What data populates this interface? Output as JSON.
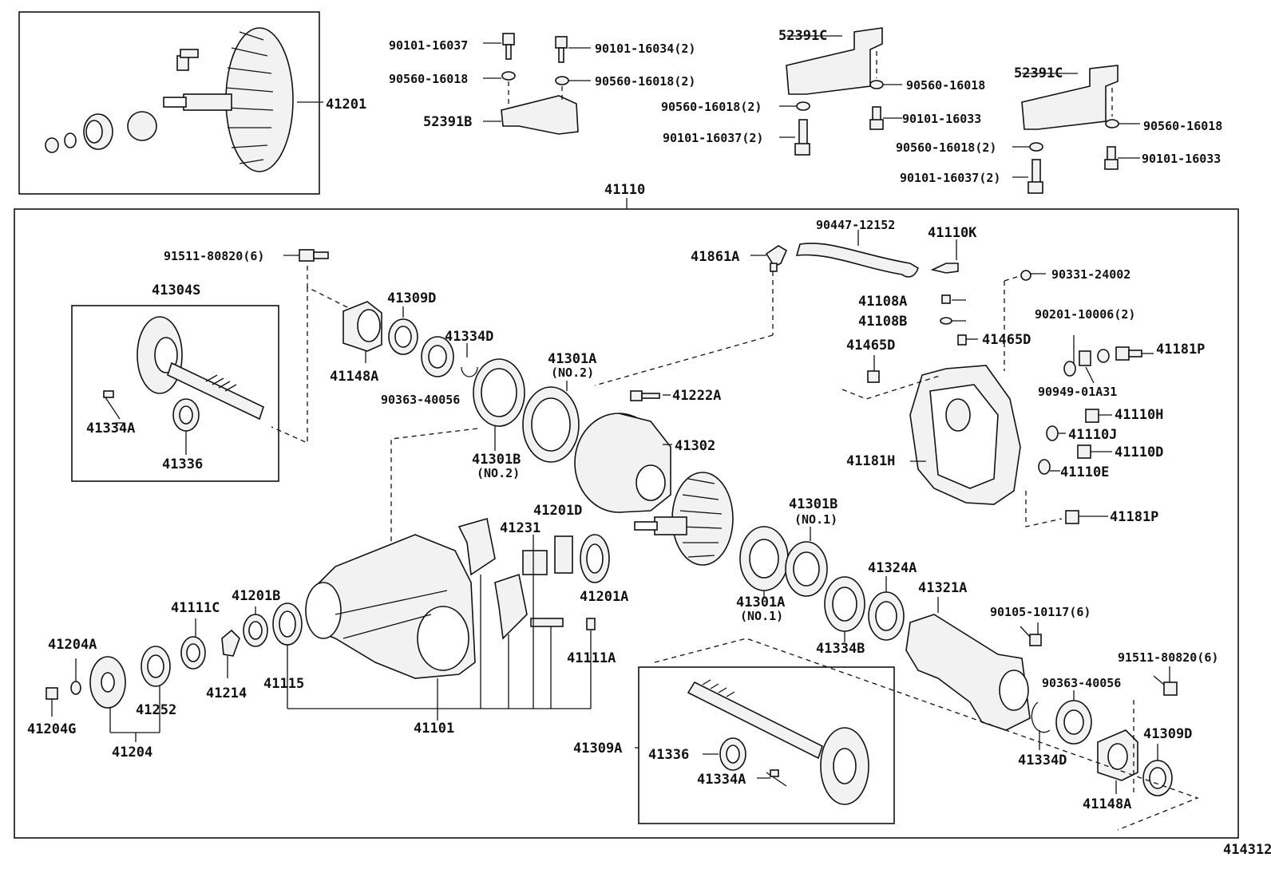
{
  "diagram_id": "414312",
  "labels": {
    "l41201": "41201",
    "l90101_16037": "90101-16037",
    "l90101_16034": "90101-16034(2)",
    "l90560_16018_a": "90560-16018",
    "l90560_16018_b": "90560-16018(2)",
    "l52391B": "52391B",
    "l52391C_a": "52391C",
    "l90560_16018_c": "90560-16018",
    "l90560_16018_d": "90560-16018(2)",
    "l90101_16033_a": "90101-16033",
    "l90101_16037_b": "90101-16037(2)",
    "l52391C_b": "52391C",
    "l90560_16018_e": "90560-16018",
    "l90560_16018_f": "90560-16018(2)",
    "l90101_16033_b": "90101-16033",
    "l90101_16037_c": "90101-16037(2)",
    "l41110": "41110",
    "l91511_80820_a": "91511-80820(6)",
    "l41304S": "41304S",
    "l41334A_a": "41334A",
    "l41336_a": "41336",
    "l41309D_a": "41309D",
    "l41148A_a": "41148A",
    "l41334D_a": "41334D",
    "l90363_40056_a": "90363-40056",
    "l41301A_a": "41301A",
    "l41301A_a_no": "(NO.2)",
    "l41301B_a": "41301B",
    "l41301B_a_no": "(NO.2)",
    "l41222A": "41222A",
    "l41302": "41302",
    "l41861A": "41861A",
    "l90447_12152": "90447-12152",
    "l41110K": "41110K",
    "l90331_24002": "90331-24002",
    "l41108A": "41108A",
    "l41108B": "41108B",
    "l90201_10006": "90201-10006(2)",
    "l41465D_a": "41465D",
    "l41465D_b": "41465D",
    "l41181P_a": "41181P",
    "l90949_01A31": "90949-01A31",
    "l41110H": "41110H",
    "l41110J": "41110J",
    "l41110D": "41110D",
    "l41181H": "41181H",
    "l41110E": "41110E",
    "l41181P_b": "41181P",
    "l41201D": "41201D",
    "l41231": "41231",
    "l41201A": "41201A",
    "l41301B_b": "41301B",
    "l41301B_b_no": "(NO.1)",
    "l41301A_b": "41301A",
    "l41301A_b_no": "(NO.1)",
    "l41324A": "41324A",
    "l41321A": "41321A",
    "l41334B": "41334B",
    "l90105_10117": "90105-10117(6)",
    "l91511_80820_b": "91511-80820(6)",
    "l90363_40056_b": "90363-40056",
    "l41309D_b": "41309D",
    "l41334D_b": "41334D",
    "l41148A_b": "41148A",
    "l41111C": "41111C",
    "l41201B": "41201B",
    "l41204A": "41204A",
    "l41214": "41214",
    "l41115": "41115",
    "l41252": "41252",
    "l41204G": "41204G",
    "l41204": "41204",
    "l41101": "41101",
    "l41111A": "41111A",
    "l41309A": "41309A",
    "l41336_b": "41336",
    "l41334A_b": "41334A"
  }
}
